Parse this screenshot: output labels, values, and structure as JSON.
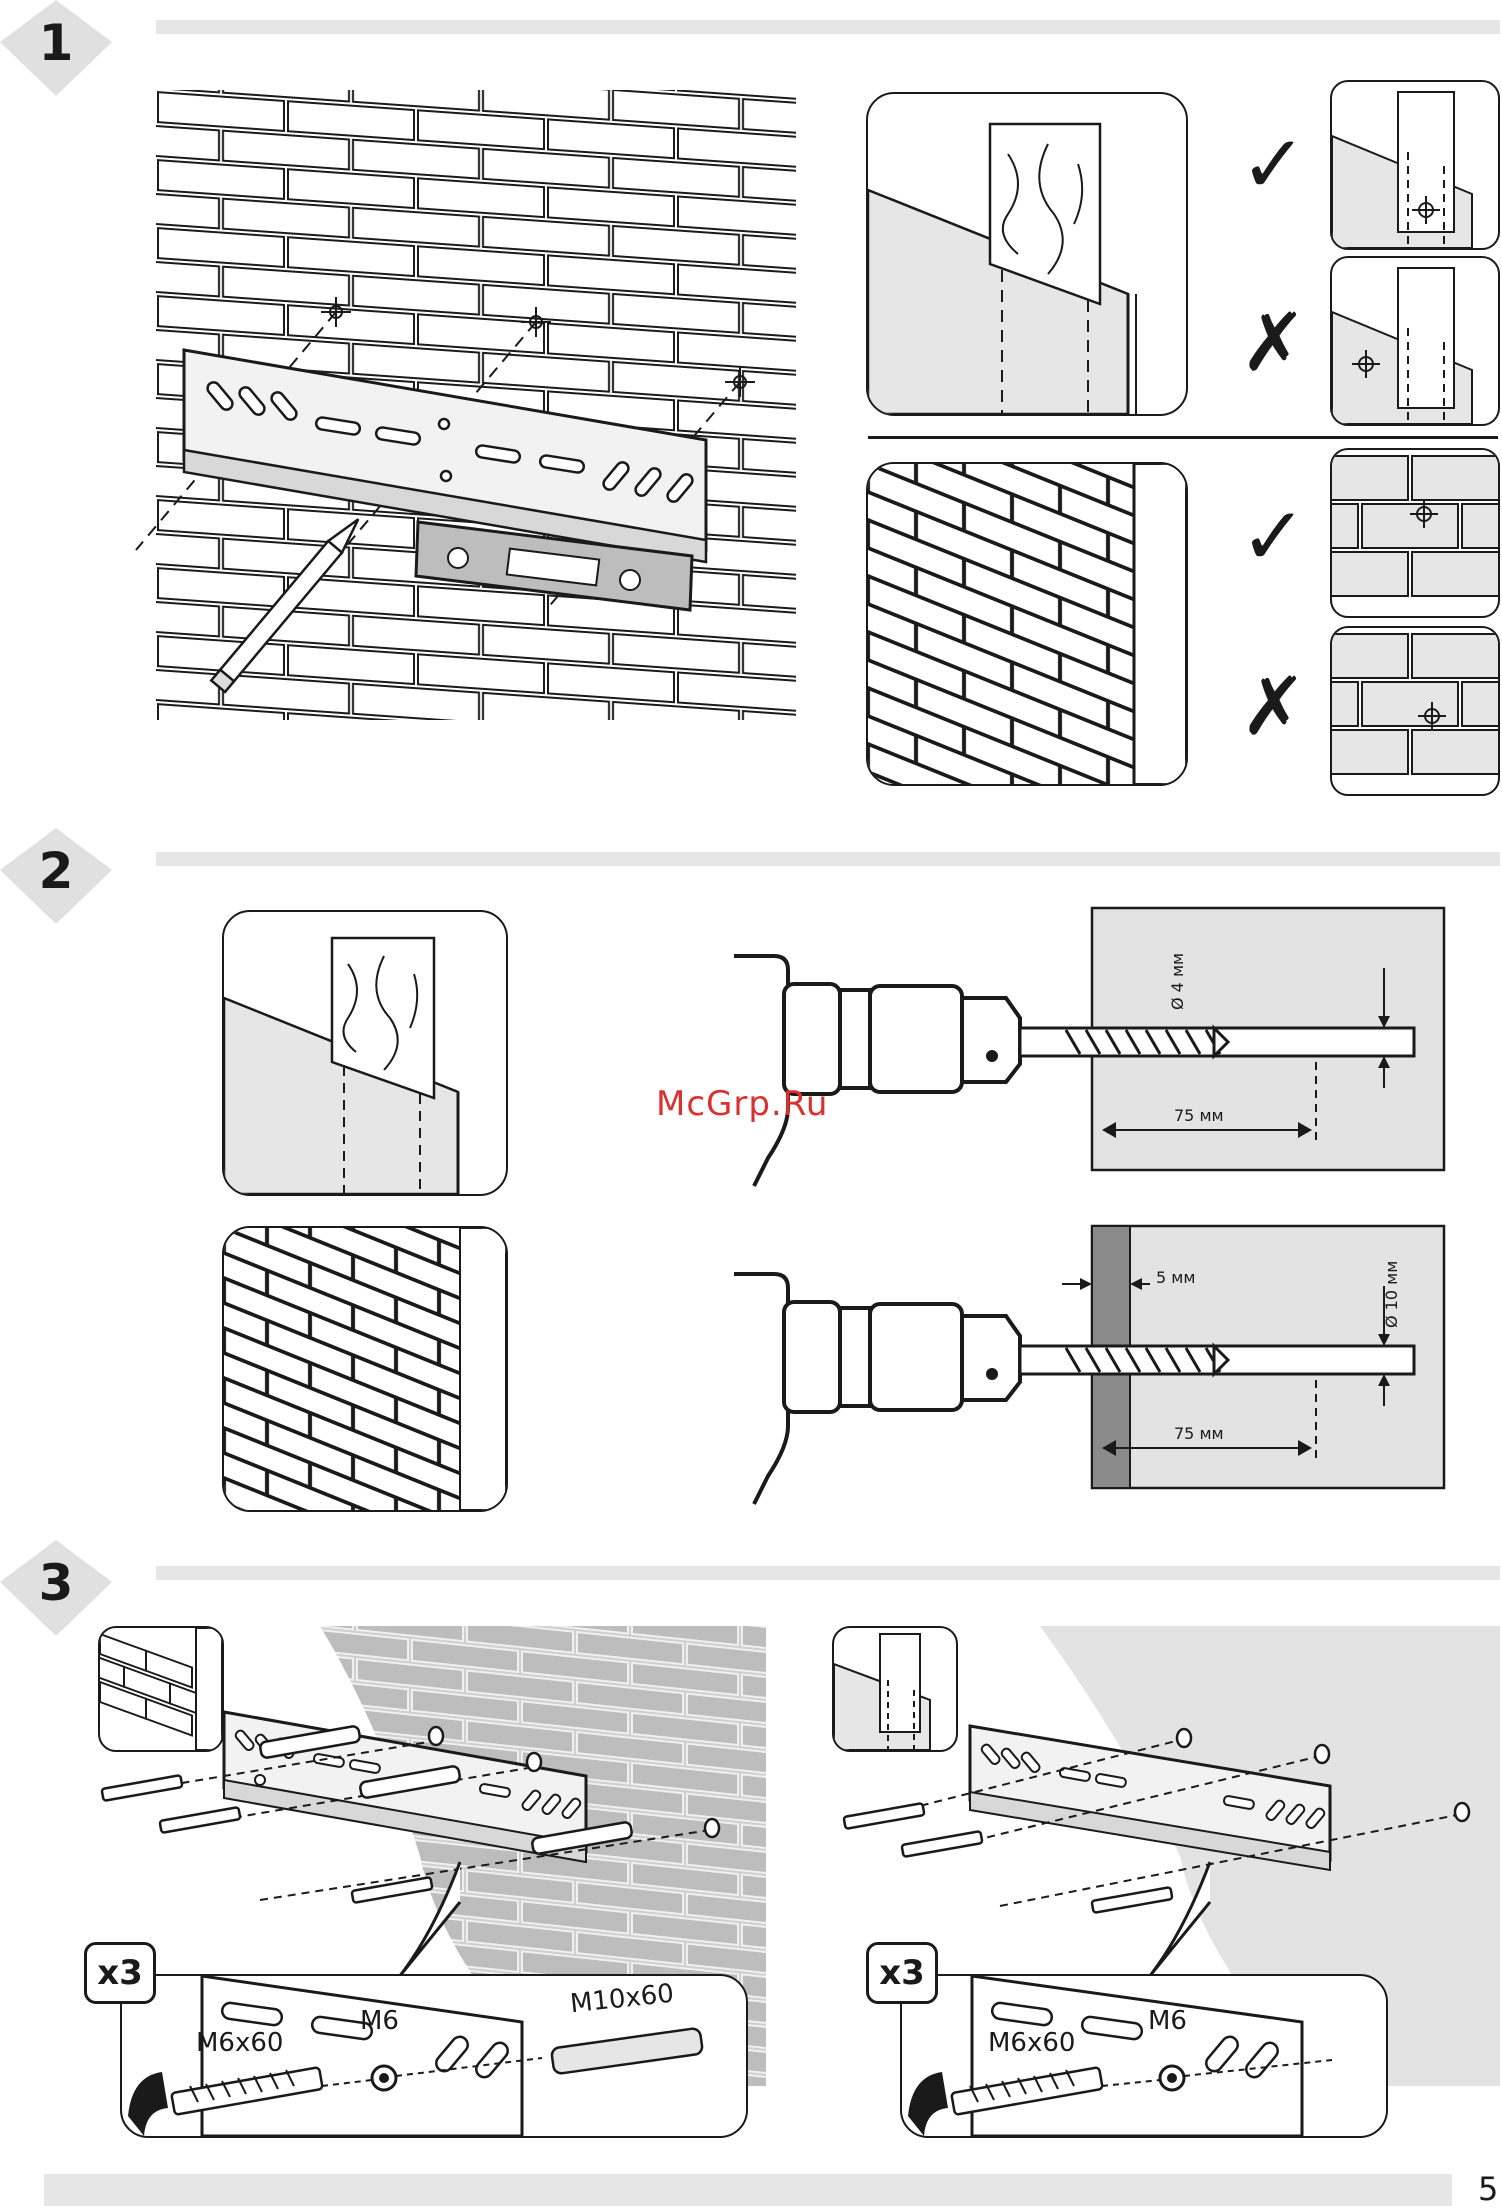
{
  "steps": [
    {
      "number": "1"
    },
    {
      "number": "2"
    },
    {
      "number": "3"
    }
  ],
  "step2": {
    "top_drill": {
      "diameter": "Ø 4 мм",
      "depth": "75 мм"
    },
    "bottom_drill": {
      "diameter": "Ø 10 мм",
      "depth": "75 мм",
      "offset": "5 мм"
    }
  },
  "step3": {
    "left_detail": {
      "count": "x3",
      "screw": "M6x60",
      "washer": "M6",
      "anchor": "M10x60"
    },
    "right_detail": {
      "count": "x3",
      "screw": "M6x60",
      "washer": "M6"
    }
  },
  "checks": {
    "correct": "✓",
    "incorrect": "✗"
  },
  "watermark": "McGrp.Ru",
  "page_number": "5",
  "colors": {
    "bar": "#e6e6e6",
    "ink": "#1a1a1a",
    "watermark": "#d9322e",
    "wall_gray": "#e3e3e3",
    "dark_gray": "#8a8a8a"
  }
}
